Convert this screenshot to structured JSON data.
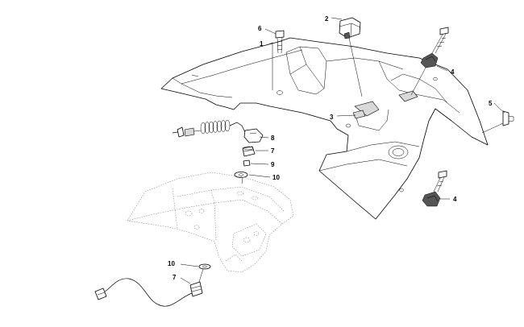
{
  "callouts": {
    "c1": "1",
    "c2": "2",
    "c3": "3",
    "c4a": "4",
    "c4b": "4",
    "c5": "5",
    "c6": "6",
    "c7a": "7",
    "c7b": "7",
    "c8": "8",
    "c9": "9",
    "c10a": "10",
    "c10b": "10"
  }
}
